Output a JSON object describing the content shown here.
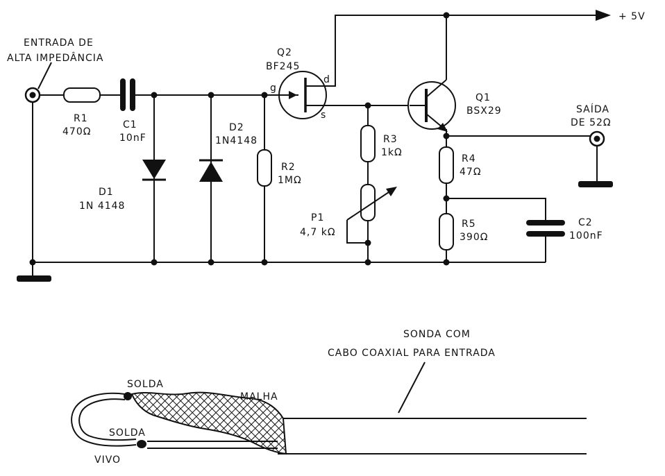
{
  "labels": {
    "input_line1": "ENTRADA DE",
    "input_line2": "ALTA IMPEDÂNCIA",
    "r1_name": "R1",
    "r1_value": "470Ω",
    "c1_name": "C1",
    "c1_value": "10nF",
    "d1_name": "D1",
    "d1_value": "1N 4148",
    "d2_name": "D2",
    "d2_value": "1N4148",
    "r2_name": "R2",
    "r2_value": "1MΩ",
    "q2_name": "Q2",
    "q2_value": "BF245",
    "q2_gate": "g",
    "q2_drain": "d",
    "q2_source": "s",
    "r3_name": "R3",
    "r3_value": "1kΩ",
    "p1_name": "P1",
    "p1_value": "4,7 kΩ",
    "q1_name": "Q1",
    "q1_value": "BSX29",
    "r4_name": "R4",
    "r4_value": "47Ω",
    "r5_name": "R5",
    "r5_value": "390Ω",
    "c2_name": "C2",
    "c2_value": "100nF",
    "supply": "+ 5V",
    "output_line1": "SAÍDA",
    "output_line2": "DE 52Ω"
  },
  "probe": {
    "title_line1": "SONDA COM",
    "title_line2": "CABO COAXIAL PARA ENTRADA",
    "solder_top": "SOLDA",
    "solder_bottom": "SOLDA",
    "braid": "MALHA",
    "live": "VIVO"
  },
  "colors": {
    "ink": "#111111",
    "paper": "#ffffff"
  }
}
